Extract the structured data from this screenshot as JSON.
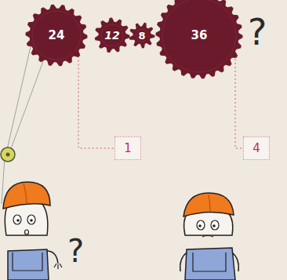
{
  "diagram": {
    "nodes": [
      {
        "text": [
          "24"
        ]
      },
      {
        "text": [
          "12"
        ]
      },
      {
        "text": [
          "8"
        ]
      },
      {
        "text": [
          "36"
        ]
      },
      {
        "text": [
          "1"
        ]
      },
      {
        "text": [
          "4"
        ]
      }
    ],
    "edges": [
      {
        "from": 0,
        "to": 4,
        "arrow": "none"
      },
      {
        "from": 3,
        "to": 5,
        "arrow": "none"
      }
    ],
    "labels": [
      "?",
      "?"
    ]
  }
}
